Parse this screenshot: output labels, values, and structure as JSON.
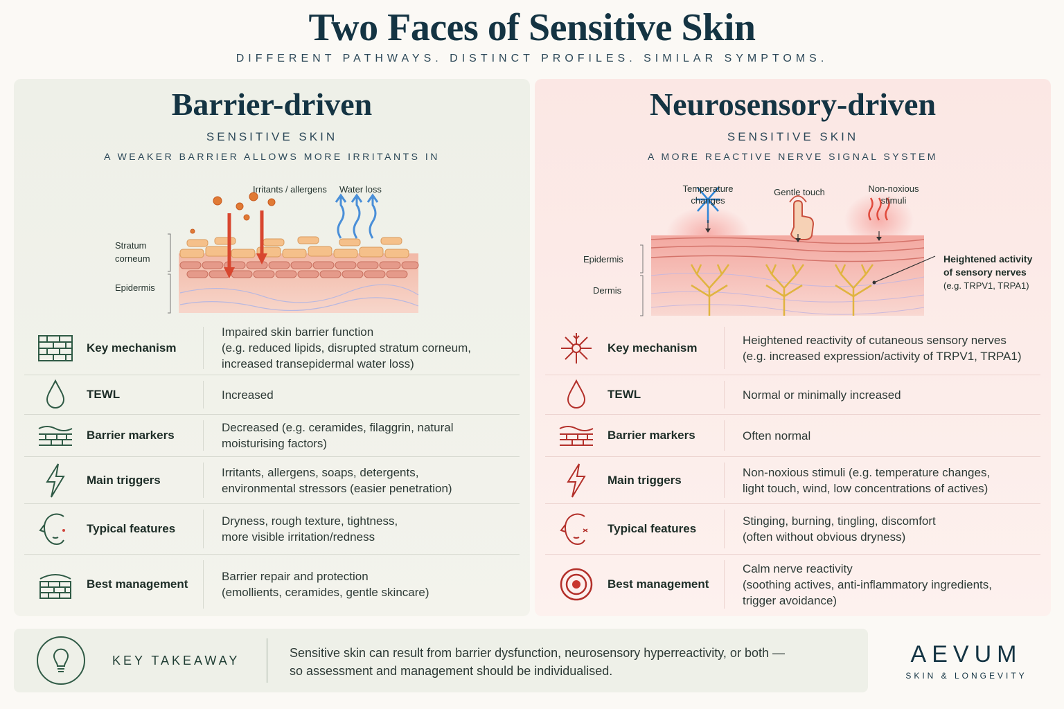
{
  "title": "Two Faces of Sensitive Skin",
  "subtitle": "DIFFERENT PATHWAYS. DISTINCT PROFILES. SIMILAR SYMPTOMS.",
  "left": {
    "title": "Barrier-driven",
    "sub": "SENSITIVE SKIN",
    "desc": "A WEAKER BARRIER ALLOWS MORE IRRITANTS IN",
    "illus": {
      "irritants": "Irritants / allergens",
      "water": "Water loss",
      "stratum_1": "Stratum",
      "stratum_2": "corneum",
      "epidermis": "Epidermis"
    },
    "rows": [
      {
        "label": "Key mechanism",
        "text": "Impaired skin barrier function\n(e.g. reduced lipids, disrupted stratum corneum,\nincreased transepidermal water loss)",
        "icon": "brick-wall-icon"
      },
      {
        "label": "TEWL",
        "text": "Increased",
        "icon": "droplet-icon"
      },
      {
        "label": "Barrier markers",
        "text": "Decreased (e.g. ceramides, filaggrin, natural\nmoisturising factors)",
        "icon": "skin-layers-icon"
      },
      {
        "label": "Main triggers",
        "text": "Irritants, allergens, soaps, detergents,\nenvironmental stressors (easier penetration)",
        "icon": "lightning-icon"
      },
      {
        "label": "Typical features",
        "text": "Dryness, rough texture, tightness,\nmore visible irritation/redness",
        "icon": "face-icon"
      },
      {
        "label": "Best management",
        "text": "Barrier repair and protection\n(emollients, ceramides, gentle skincare)",
        "icon": "barrier-repair-icon"
      }
    ]
  },
  "right": {
    "title": "Neurosensory-driven",
    "sub": "SENSITIVE SKIN",
    "desc": "A MORE REACTIVE NERVE SIGNAL SYSTEM",
    "illus": {
      "temp_1": "Temperature",
      "temp_2": "changes",
      "touch": "Gentle touch",
      "nonnox_1": "Non-noxious",
      "nonnox_2": "stimuli",
      "epidermis": "Epidermis",
      "dermis": "Dermis",
      "heightened_1": "Heightened activity",
      "heightened_2": "of sensory nerves",
      "heightened_3": "(e.g. TRPV1, TRPA1)"
    },
    "rows": [
      {
        "label": "Key mechanism",
        "text": "Heightened reactivity of cutaneous sensory nerves\n(e.g. increased expression/activity of TRPV1, TRPA1)",
        "icon": "nerve-icon"
      },
      {
        "label": "TEWL",
        "text": "Normal or minimally increased",
        "icon": "droplet-icon"
      },
      {
        "label": "Barrier markers",
        "text": "Often normal",
        "icon": "skin-layers-icon"
      },
      {
        "label": "Main triggers",
        "text": "Non-noxious stimuli (e.g. temperature changes,\nlight touch, wind, low concentrations of actives)",
        "icon": "lightning-icon"
      },
      {
        "label": "Typical features",
        "text": "Stinging, burning, tingling, discomfort\n(often without obvious dryness)",
        "icon": "face-icon"
      },
      {
        "label": "Best management",
        "text": "Calm nerve reactivity\n(soothing actives, anti-inflammatory ingredients,\ntrigger avoidance)",
        "icon": "target-icon"
      }
    ]
  },
  "takeaway": {
    "label": "KEY TAKEAWAY",
    "text": "Sensitive skin can result from barrier dysfunction, neurosensory hyperreactivity, or both —\nso assessment and management should be individualised.",
    "icon": "lightbulb-icon"
  },
  "brand": {
    "name": "AEVUM",
    "tagline": "SKIN & LONGEVITY"
  },
  "colors": {
    "green": "#2f5a45",
    "red": "#b3302a",
    "navy": "#143443"
  }
}
